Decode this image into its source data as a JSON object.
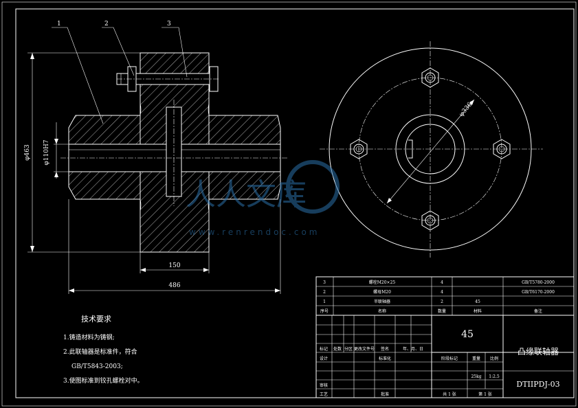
{
  "drawing": {
    "part_labels": [
      "1",
      "2",
      "3"
    ],
    "dims": {
      "overall_height": "φ463",
      "bore": "φ110H7",
      "hub_length": "150",
      "overall_length": "486",
      "bolt_circle": "φ336"
    }
  },
  "tech_requirements": {
    "title": "技术要求",
    "items": [
      "1.铸造材料为铸钢;",
      "2.此联轴器是标准件，符合",
      "GB/T5843-2003;",
      "3.使图标准到铰孔螺栓对中。"
    ]
  },
  "bom": {
    "rows": [
      {
        "no": "3",
        "name": "螺栓M20×25",
        "qty": "4",
        "std": "GB/T5780-2000"
      },
      {
        "no": "2",
        "name": "螺母M20",
        "qty": "4",
        "std": "GB/T6170-2000"
      },
      {
        "no": "1",
        "name": "半联轴器",
        "qty": "2",
        "material": "45"
      }
    ],
    "header": {
      "no": "序号",
      "name": "名称",
      "qty": "数量",
      "material": "材料",
      "remark": "备注"
    }
  },
  "title_block": {
    "material": "45",
    "title": "凸缘联轴器",
    "drawing_no": "DTIIPDJ-03",
    "mark_row": [
      "标记",
      "处数",
      "分区",
      "更改文件号",
      "签名",
      "年、月、日"
    ],
    "design_label": "设计",
    "std_label": "标准化",
    "review_label": "审核",
    "process_label": "工艺",
    "approve_label": "批准",
    "stage_label": "阶段标记",
    "weight_label": "重量",
    "scale_label": "比例",
    "weight": "25kg",
    "scale": "1:2.5",
    "sheets": "共 1 张",
    "sheet": "第 1 张"
  },
  "watermark": {
    "brand": "人人文库",
    "url": "www.renrendoc.com"
  }
}
